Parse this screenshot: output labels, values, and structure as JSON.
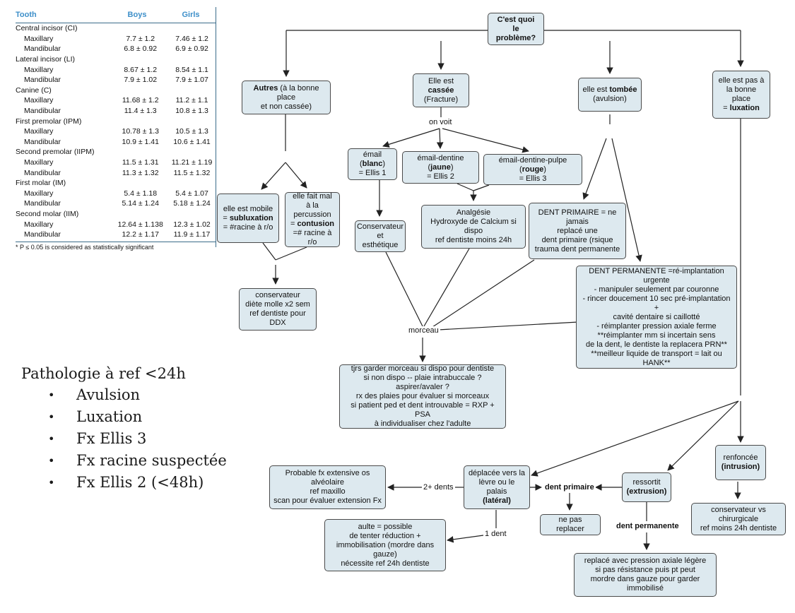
{
  "table": {
    "headers": [
      "Tooth",
      "Boys",
      "Girls"
    ],
    "rows": [
      {
        "tooth": "Central incisor (CI)",
        "boys": "",
        "girls": "",
        "group": true
      },
      {
        "tooth": "Maxillary",
        "boys": "7.7 ± 1.2",
        "girls": "7.46 ± 1.2"
      },
      {
        "tooth": "Mandibular",
        "boys": "6.8 ± 0.92",
        "girls": "6.9 ± 0.92"
      },
      {
        "tooth": "Lateral incisor (LI)",
        "boys": "",
        "girls": "",
        "group": true
      },
      {
        "tooth": "Maxillary",
        "boys": "8.67 ± 1.2",
        "girls": "8.54 ± 1.1"
      },
      {
        "tooth": "Mandibular",
        "boys": "7.9 ± 1.02",
        "girls": "7.9 ± 1.07"
      },
      {
        "tooth": "Canine (C)",
        "boys": "",
        "girls": "",
        "group": true
      },
      {
        "tooth": "Maxillary",
        "boys": "11.68 ± 1.2",
        "girls": "11.2 ± 1.1"
      },
      {
        "tooth": "Mandibular",
        "boys": "11.4 ± 1.3",
        "girls": "10.8 ± 1.3"
      },
      {
        "tooth": "First premolar (IPM)",
        "boys": "",
        "girls": "",
        "group": true
      },
      {
        "tooth": "Maxillary",
        "boys": "10.78 ± 1.3",
        "girls": "10.5 ± 1.3"
      },
      {
        "tooth": "Mandibular",
        "boys": "10.9 ± 1.41",
        "girls": "10.6 ± 1.41"
      },
      {
        "tooth": "Second premolar (IIPM)",
        "boys": "",
        "girls": "",
        "group": true
      },
      {
        "tooth": "Maxillary",
        "boys": "11.5 ± 1.31",
        "girls": "11.21 ± 1.19"
      },
      {
        "tooth": "Mandibular",
        "boys": "11.3 ± 1.32",
        "girls": "11.5 ± 1.32"
      },
      {
        "tooth": "First molar (IM)",
        "boys": "",
        "girls": "",
        "group": true
      },
      {
        "tooth": "Maxillary",
        "boys": "5.4 ± 1.18",
        "girls": "5.4 ± 1.07"
      },
      {
        "tooth": "Mandibular",
        "boys": "5.14 ± 1.24",
        "girls": "5.18 ± 1.24"
      },
      {
        "tooth": "Second molar (IIM)",
        "boys": "",
        "girls": "",
        "group": true
      },
      {
        "tooth": "Maxillary",
        "boys": "12.64 ± 1.138",
        "girls": "12.3 ± 1.02"
      },
      {
        "tooth": "Mandibular",
        "boys": "12.2 ± 1.17",
        "girls": "11.9 ± 1.17"
      }
    ],
    "footnote": "* P ≤ 0.05 is considered as statistically significant"
  },
  "pathology": {
    "title": "Pathologie à ref <24h",
    "items": [
      "Avulsion",
      "Luxation",
      "Fx Ellis 3",
      "Fx racine suspectée",
      "Fx Ellis 2 (<48h)"
    ]
  },
  "nodes": {
    "root": {
      "l1": "C'est quoi",
      "l2": "le problème?"
    },
    "autres": {
      "l1b": "Autres",
      "l1": " (à la bonne place",
      "l2": "et non cassée)"
    },
    "cassee": {
      "l1": "Elle est ",
      "l1b": "cassée",
      "l2": "(Fracture)"
    },
    "tombee": {
      "l1": "elle est ",
      "l1b": "tombée",
      "l2": "(avulsion)"
    },
    "luxation": {
      "l1": "elle est pas à",
      "l2": "la bonne place",
      "l3": "= ",
      "l3b": "luxation"
    },
    "mobile": {
      "l1": "elle est mobile",
      "l2a": "= ",
      "l2b": "subluxation",
      "l3": "= #racine à r/o"
    },
    "percussion": {
      "l1": "elle fait mal",
      "l2": "à la percussion",
      "l3a": "= ",
      "l3b": "contusion",
      "l4": "=# racine à r/o"
    },
    "conservateur_molle": {
      "l1": "conservateur",
      "l2": "diète molle x2 sem",
      "l3": "ref dentiste pour DDX"
    },
    "email_blanc": {
      "l1": "émail (",
      "l1b": "blanc",
      "l1c": ")",
      "l2": "= Ellis 1"
    },
    "email_jaune": {
      "l1": "émail-dentine (",
      "l1b": "jaune",
      "l1c": ")",
      "l2": "= Ellis 2"
    },
    "email_rouge": {
      "l1": "émail-dentine-pulpe (",
      "l1b": "rouge",
      "l1c": ")",
      "l2": "= Ellis 3"
    },
    "conservateur_esth": {
      "l1": "Conservateur",
      "l2": "et esthétique"
    },
    "analgesie": {
      "l1": "Analgésie",
      "l2": "Hydroxyde de Calcium si dispo",
      "l3": "ref dentiste moins 24h"
    },
    "dent_primaire_jamais": {
      "l1": "DENT PRIMAIRE = ne jamais",
      "l2": "replacé une",
      "l3": "dent primaire (rsique",
      "l4": "trauma dent permanente"
    },
    "dent_permanente": {
      "lines": [
        "DENT PERMANENTE =ré-implantation urgente",
        "- manipuler seulement par couronne",
        "- rincer doucement 10 sec pré-implantation +",
        "cavité dentaire si caillotté",
        "- réimplanter pression axiale ferme",
        "**réimplanter mm si incertain sens",
        "de la dent, le dentiste la replacera PRN**",
        "**meilleur liquide de transport = lait ou HANK**"
      ]
    },
    "morceau_box": {
      "lines": [
        "tjrs garder morceau si dispo pour dentiste",
        "si non dispo -- plaie intrabuccale ? aspirer/avaler ?",
        "rx des plaies pour évaluer si morceaux",
        "si patient ped et dent introuvable = RXP + PSA",
        "à individualiser chez l'adulte"
      ]
    },
    "probable_fx": {
      "l1": "Probable fx extensive os alvéolaire",
      "l2": "ref maxillo",
      "l3": "scan pour évaluer extension Fx"
    },
    "deplacee": {
      "l1": "déplacée vers la",
      "l2": "lèvre ou le palais",
      "l3b": "(latéral)"
    },
    "ressortit": {
      "l1": "ressortit",
      "l2b": "(extrusion)"
    },
    "renfoncee": {
      "l1": "renfoncée",
      "l2b": "(intrusion)"
    },
    "aulte": {
      "l1": "aulte = possible",
      "l2": "de tenter réduction +",
      "l3": "immobilisation (mordre dans gauze)",
      "l4": "nécessite ref 24h dentiste"
    },
    "ne_pas_replacer": {
      "l1": "ne pas replacer"
    },
    "replace_pression": {
      "l1": "replacé avec pression axiale légère",
      "l2": "si pas résistance puis pt peut",
      "l3": "mordre dans gauze pour garder immobilisé"
    },
    "conservateur_chir": {
      "l1": "conservateur vs chirurgicale",
      "l2": "ref moins 24h dentiste"
    }
  },
  "labels": {
    "on_voit": "on voit",
    "morceau": "morceau",
    "deux_dents": "2+ dents",
    "une_dent": "1 dent",
    "dent_primaire": "dent primaire",
    "dent_permanente": "dent permanente"
  },
  "colors": {
    "node_fill": "#dde9ef",
    "node_border": "#4a4a4a",
    "table_header": "#3d8fc9",
    "line": "#222222"
  }
}
